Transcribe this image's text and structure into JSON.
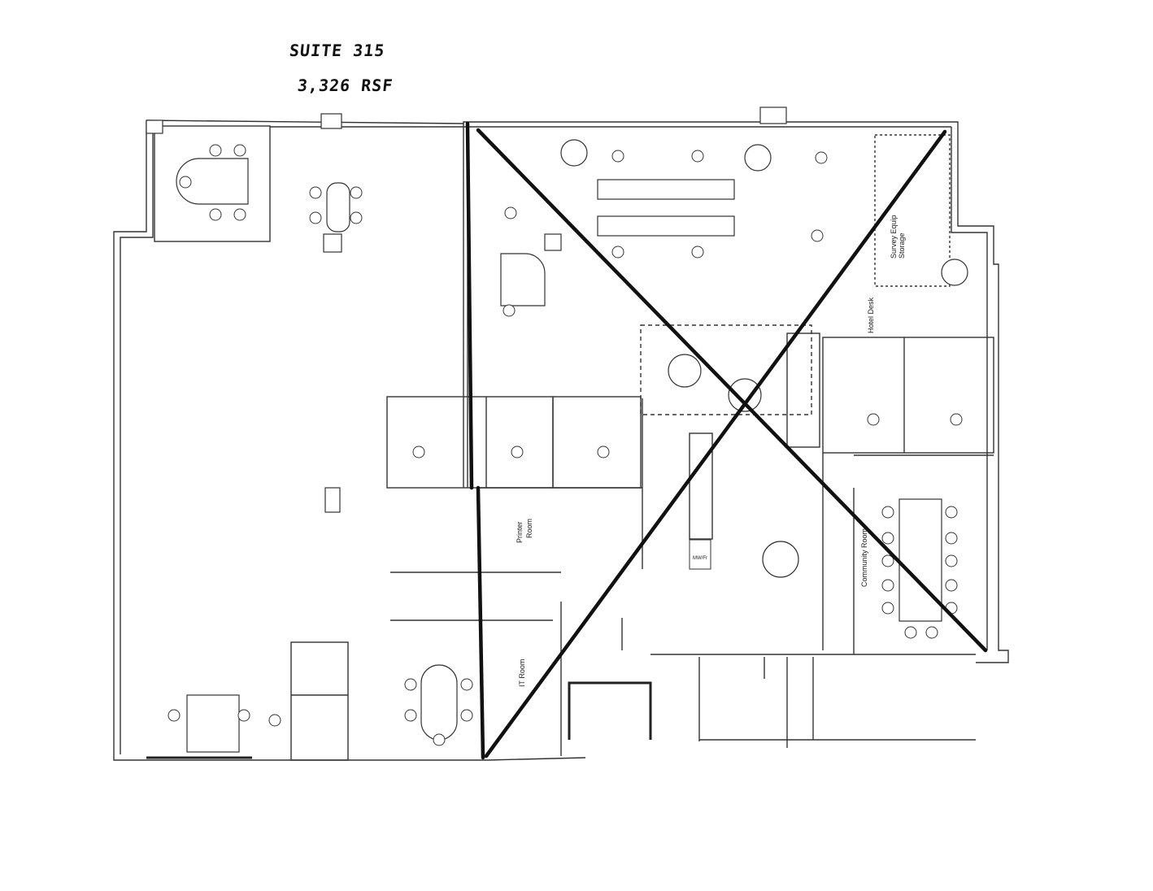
{
  "header": {
    "suite": "SUITE 315",
    "area": "3,326 RSF"
  },
  "rooms": {
    "survey_equip_storage_1": "Survey Equip",
    "survey_equip_storage_2": "Storage",
    "hotel_desk": "Hotel Desk",
    "printer_room_1": "Printer",
    "printer_room_2": "Room",
    "it_room": "IT Room",
    "community_room": "Community Room",
    "appliance": "MW/Fr"
  },
  "markings": {
    "strike_color": "#111111",
    "description_icon": "large-x-strike"
  }
}
